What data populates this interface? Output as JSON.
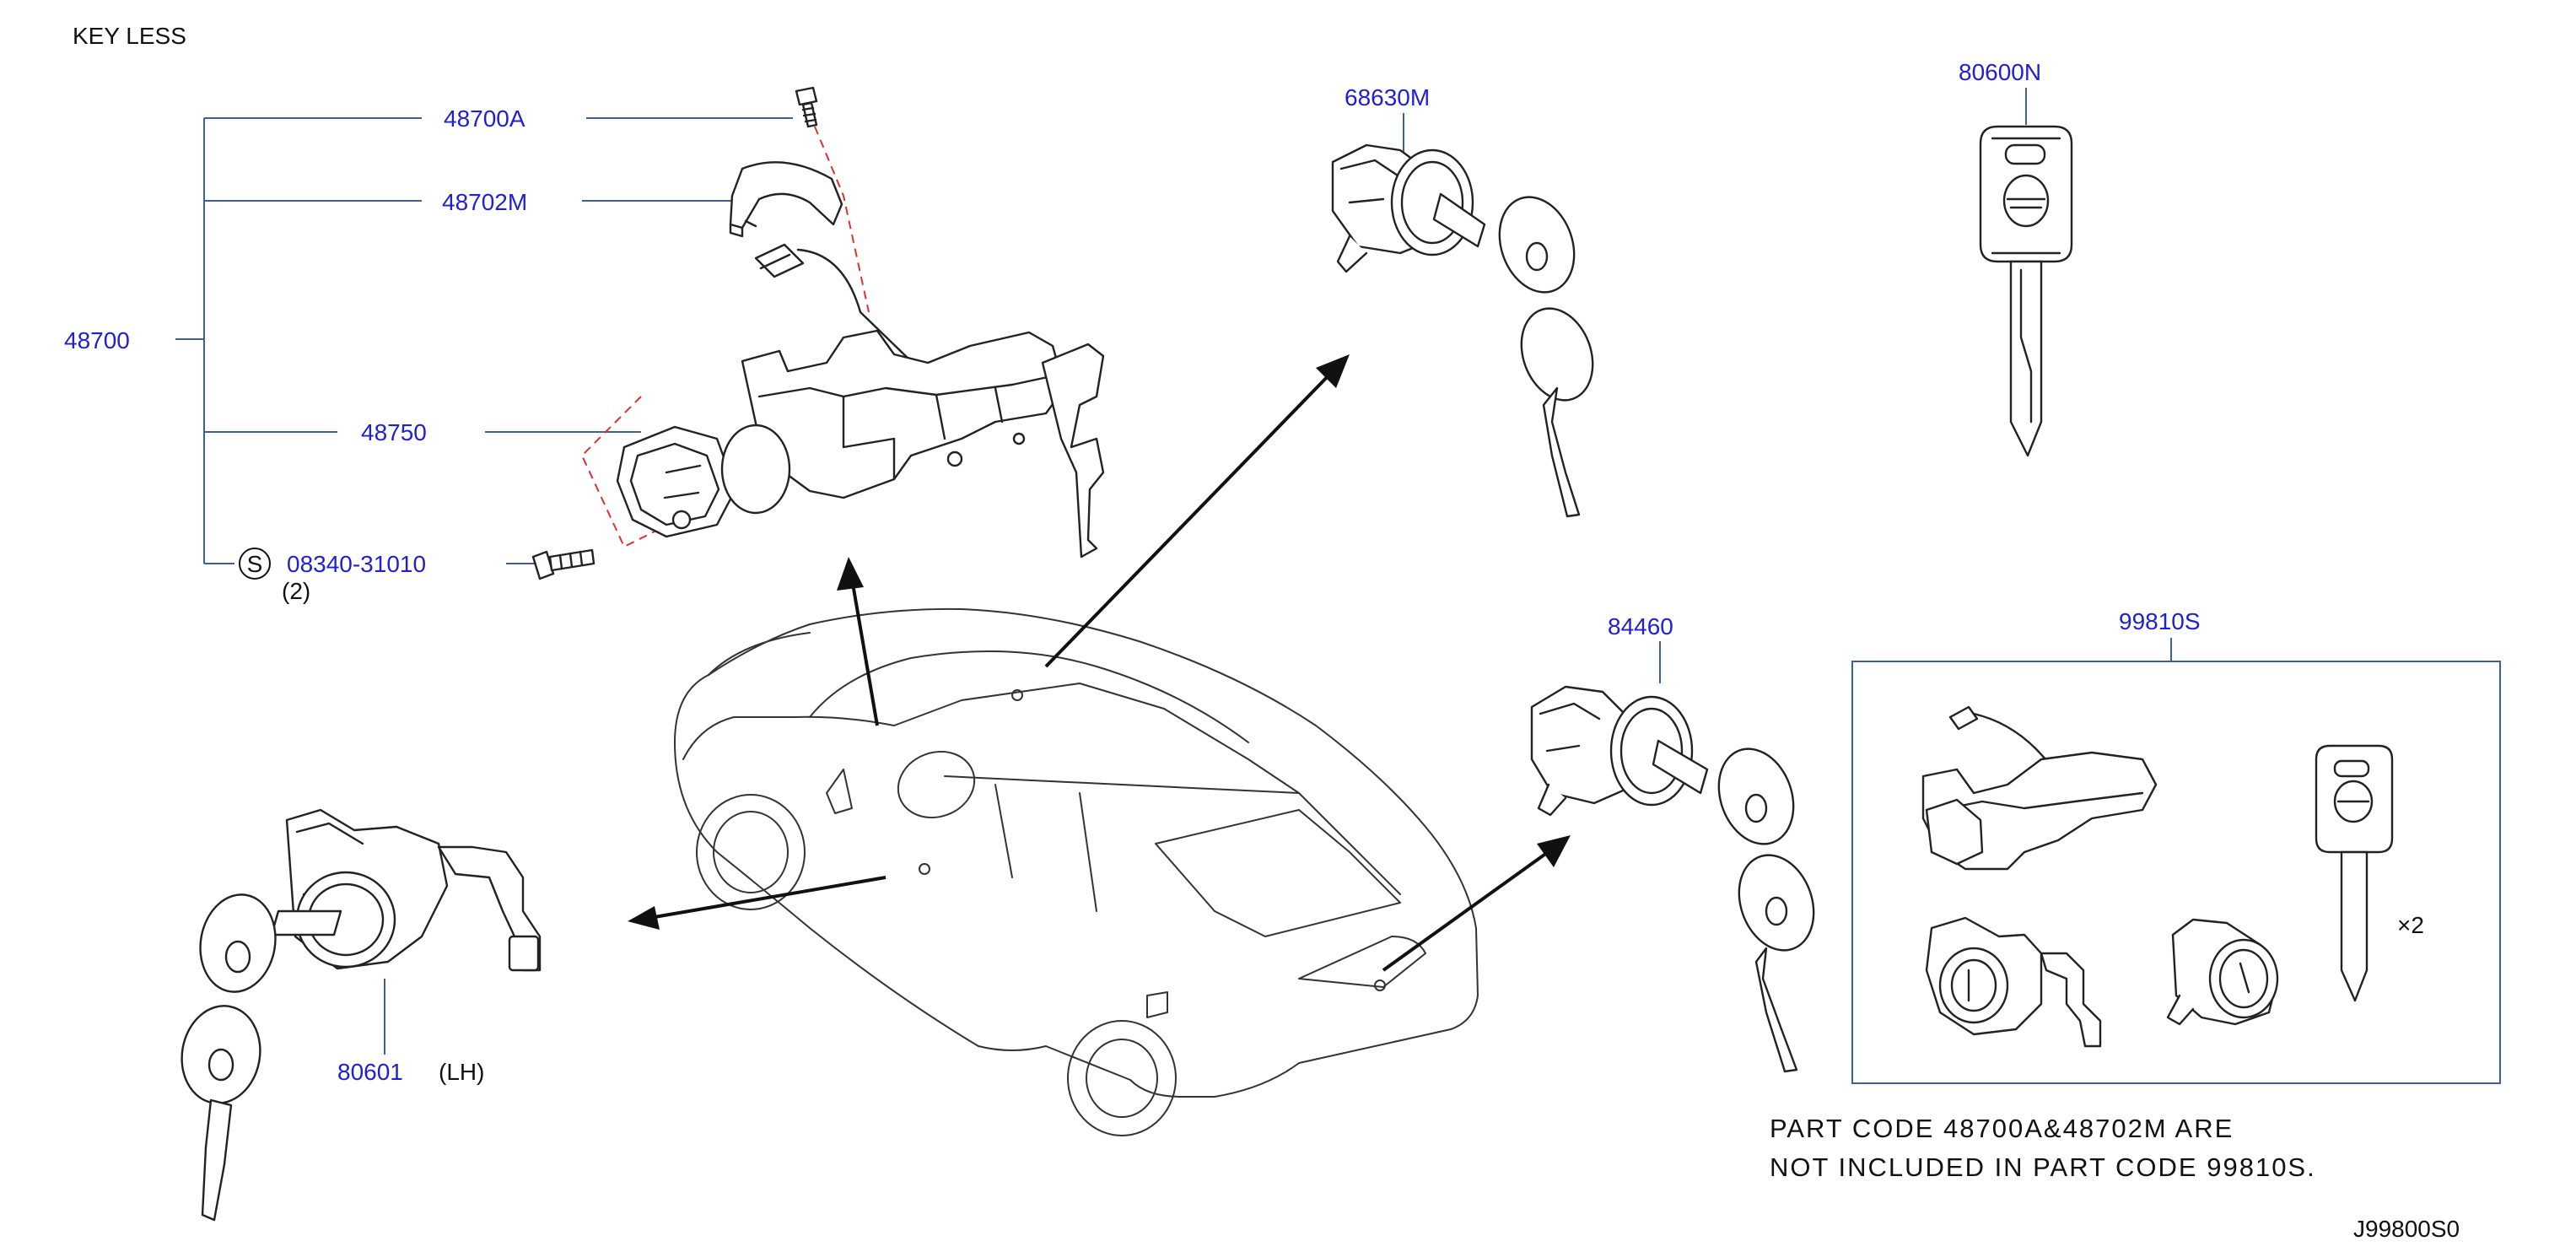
{
  "header": {
    "title": "KEY    LESS"
  },
  "parts": {
    "p48700": "48700",
    "p48700A": "48700A",
    "p48702M": "48702M",
    "p48750": "48750",
    "p08340": "08340-31010",
    "p08340_qty": "(2)",
    "p08340_symbol": "S",
    "p68630M": "68630M",
    "p80600N": "80600N",
    "p84460": "84460",
    "p80601": "80601",
    "p80601_side": "(LH)",
    "p99810S": "99810S",
    "kit_qty": "×2"
  },
  "note": {
    "line1": "PART   CODE   48700A&48702M   ARE",
    "line2": "NOT   INCLUDED   IN   PART   CODE   99810S."
  },
  "diagram_code": "J99800S0",
  "colors": {
    "part_number": "#1f1fd6",
    "leader_line": "#3a5fa8",
    "phantom_line": "#e03030",
    "ink": "#111111"
  }
}
